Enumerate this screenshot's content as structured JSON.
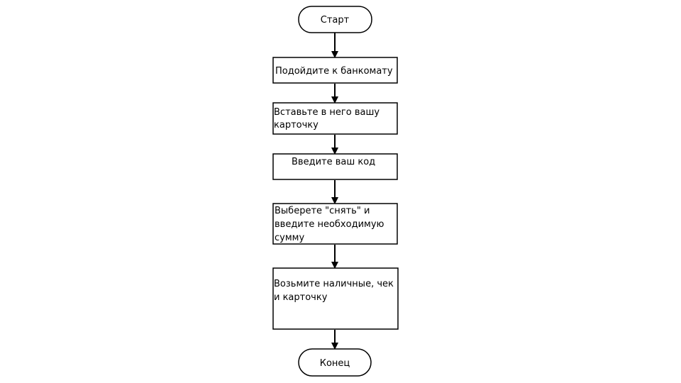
{
  "flowchart": {
    "start": "Старт",
    "steps": [
      {
        "lines": [
          "Подойдите к банкомату"
        ]
      },
      {
        "lines": [
          "Вставьте в него вашу",
          "карточку"
        ]
      },
      {
        "lines": [
          "Введите ваш код"
        ]
      },
      {
        "lines": [
          "Выберете \"снять\" и",
          "введите необходимую",
          "сумму"
        ]
      },
      {
        "lines": [
          "Возьмите наличные, чек",
          "и карточку"
        ]
      }
    ],
    "end": "Конец"
  }
}
